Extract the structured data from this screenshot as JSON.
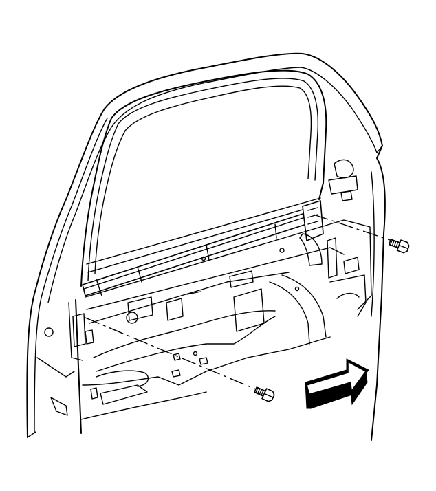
{
  "diagram": {
    "parts": [
      "door-shell",
      "window-frame",
      "window-glass-run-channel",
      "inner-door-panel",
      "rear-bolt",
      "front-bolt",
      "direction-arrow"
    ],
    "colors": {
      "line": "#000000",
      "background": "#ffffff"
    }
  }
}
